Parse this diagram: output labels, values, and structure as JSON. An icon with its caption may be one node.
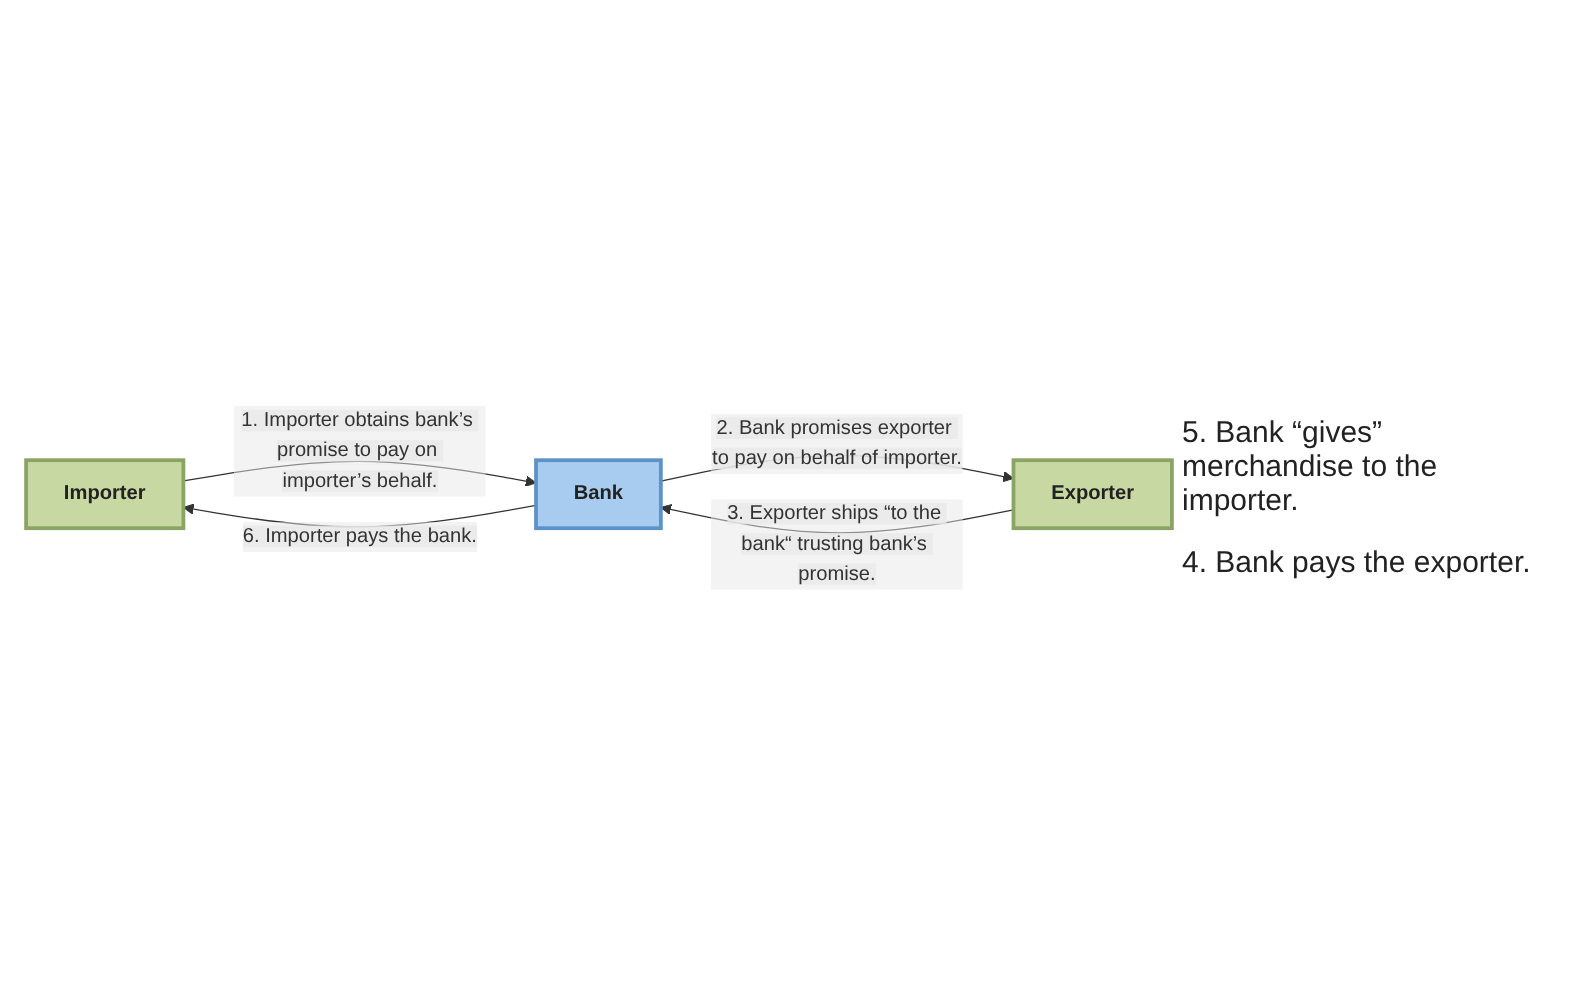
{
  "diagram": {
    "nodes": [
      {
        "text": [
          "Importer"
        ]
      },
      {
        "text": [
          "Bank"
        ]
      },
      {
        "text": [
          "Exporter"
        ]
      }
    ],
    "edges": [
      {
        "from": 0,
        "to": 1,
        "arrow": "to",
        "label": "1. Importer obtains bank’s promise to pay on importer’s behalf."
      },
      {
        "from": 1,
        "to": 2,
        "arrow": "to",
        "label": "2. Bank promises exporter to pay on behalf of importer."
      },
      {
        "from": 2,
        "to": 1,
        "arrow": "to",
        "label": "3. Exporter ships “to the bank“ trusting bank’s promise."
      },
      {
        "from": 1,
        "to": 0,
        "arrow": "to",
        "label": "6. Importer pays the bank."
      }
    ],
    "labels": [
      "5. Bank “gives” merchandise to the importer.",
      "4. Bank pays the exporter."
    ]
  }
}
